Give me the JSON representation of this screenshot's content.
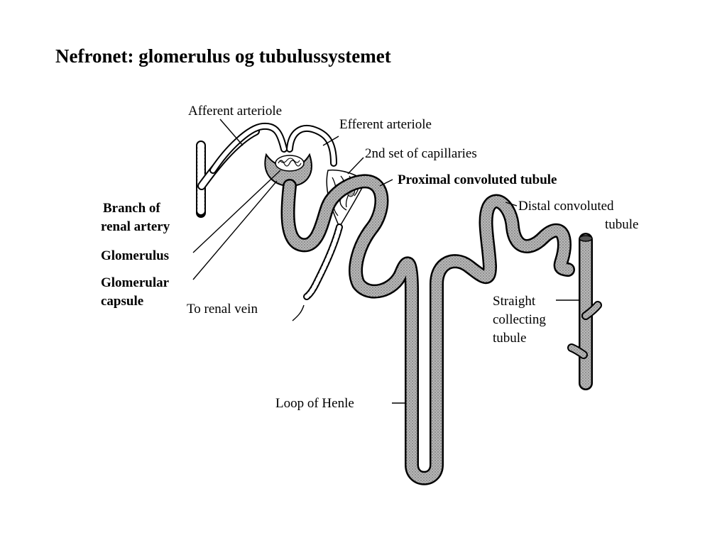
{
  "title": "Nefronet: glomerulus og tubulussystemet",
  "colors": {
    "tubule_fill": "#a8a8a8",
    "vessel_fill": "#ffffff",
    "ink": "#000000"
  },
  "labels": {
    "afferent_arteriole": "Afferent arteriole",
    "efferent_arteriole": "Efferent arteriole",
    "capillaries_2nd": "2nd set of capillaries",
    "proximal_tubule": "Proximal convoluted tubule",
    "distal_tubule_line1": "Distal convoluted",
    "distal_tubule_line2": "tubule",
    "branch_line1": "Branch of",
    "branch_line2": "renal artery",
    "glomerulus": "Glomerulus",
    "capsule_line1": "Glomerular",
    "capsule_line2": "capsule",
    "renal_vein": "To renal vein",
    "collecting_line1": "Straight",
    "collecting_line2": "collecting",
    "collecting_line3": "tubule",
    "loop_of_henle": "Loop of Henle"
  }
}
